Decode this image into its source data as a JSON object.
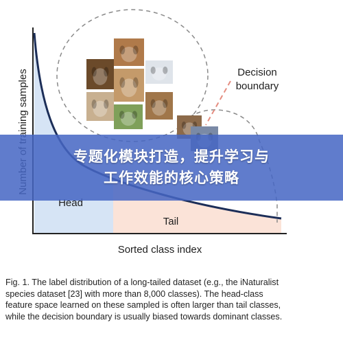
{
  "banner": {
    "line1": "专题化模块打造，提升学习与",
    "line2": "工作效能的核心策略"
  },
  "figure": {
    "ylabel": "Number of training samples",
    "xlabel": "Sorted class index",
    "head_label": "Head",
    "tail_label": "Tail",
    "boundary_label_line1": "Decision",
    "boundary_label_line2": "boundary",
    "colors": {
      "head_region": "#d6e4f5",
      "tail_region": "#fbe3d8",
      "curve": "#1c2e58",
      "boundary": "#e58d80",
      "circle": "#8a8a8a",
      "banner": "#4666c4"
    },
    "thumbnails": [
      {
        "name": "dog-photo",
        "color": "#b07a4a"
      },
      {
        "name": "dog-photo",
        "color": "#6b4a2a"
      },
      {
        "name": "dog-photo",
        "color": "#c49a6a"
      },
      {
        "name": "dog-photo",
        "color": "#dfe4ea"
      },
      {
        "name": "dog-photo",
        "color": "#a0764a"
      },
      {
        "name": "dog-photo",
        "color": "#7fa05a"
      },
      {
        "name": "dog-photo",
        "color": "#c8b090"
      },
      {
        "name": "dog-photo",
        "color": "#8c6a4a"
      },
      {
        "name": "dog-photo",
        "color": "#7a8aa6"
      }
    ]
  },
  "caption": {
    "line1": "Fig. 1. The label distribution of a long-tailed dataset (e.g., the iNaturalist",
    "line2": "species dataset [23] with more than 8,000 classes). The head-class",
    "line3": "feature space learned on these sampled is often larger than tail classes,",
    "line4": "while the decision boundary is usually biased towards dominant classes."
  }
}
